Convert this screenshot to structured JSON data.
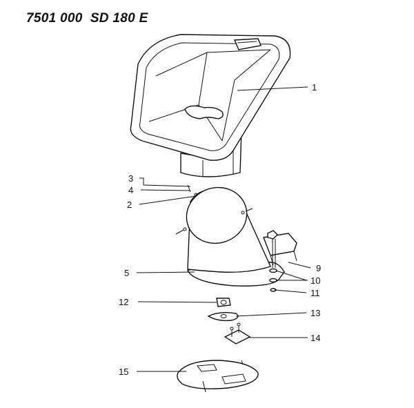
{
  "header": {
    "part_number": "7501 000",
    "model": "SD 180 E"
  },
  "callouts": [
    {
      "id": "callout-1",
      "label": "1"
    },
    {
      "id": "callout-2",
      "label": "2"
    },
    {
      "id": "callout-3",
      "label": "3"
    },
    {
      "id": "callout-4",
      "label": "4"
    },
    {
      "id": "callout-5",
      "label": "5"
    },
    {
      "id": "callout-9",
      "label": "9"
    },
    {
      "id": "callout-10",
      "label": "10"
    },
    {
      "id": "callout-11",
      "label": "11"
    },
    {
      "id": "callout-12",
      "label": "12"
    },
    {
      "id": "callout-13",
      "label": "13"
    },
    {
      "id": "callout-14",
      "label": "14"
    },
    {
      "id": "callout-15",
      "label": "15"
    }
  ]
}
